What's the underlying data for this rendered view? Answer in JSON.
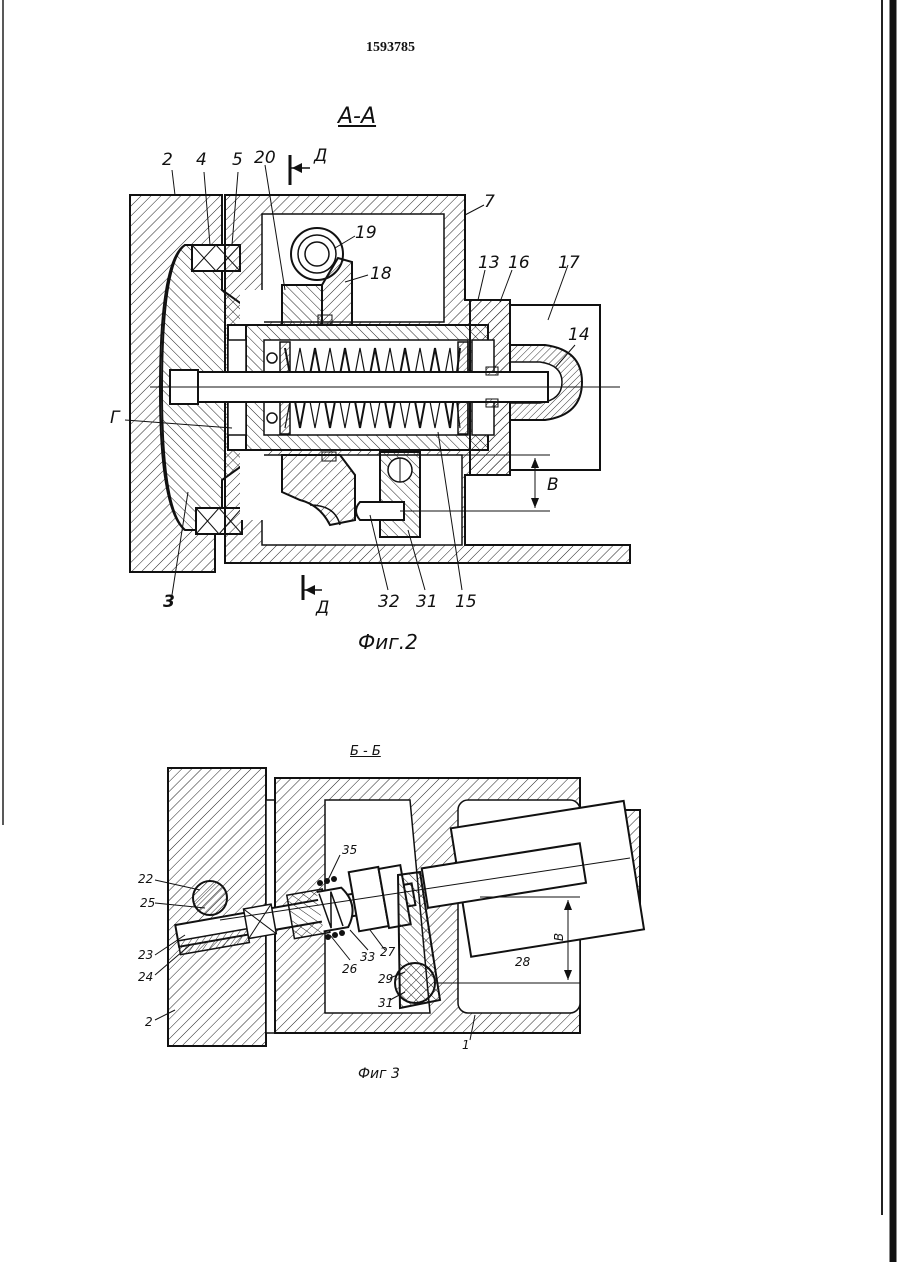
{
  "document": {
    "number": "1593785"
  },
  "figure2": {
    "section_label": "А-А",
    "caption": "Фиг.2",
    "cut_marker": "Д",
    "cut_marker_bottom": "Д",
    "dimension_label": "В",
    "labels": {
      "l2": "2",
      "l4": "4",
      "l5": "5",
      "l20": "20",
      "l7": "7",
      "l19": "19",
      "l18": "18",
      "l13": "13",
      "l16": "16",
      "l17": "17",
      "l14": "14",
      "lG": "Г",
      "l3": "3",
      "l32": "32",
      "l31": "31",
      "l15": "15"
    }
  },
  "figure3": {
    "section_label": "Б - Б",
    "caption": "Фиг 3",
    "dimension_label": "В",
    "labels": {
      "l35": "35",
      "l22": "22",
      "l25": "25",
      "l23": "23",
      "l24": "24",
      "l2": "2",
      "l26": "26",
      "l33": "33",
      "l27": "27",
      "l28": "28",
      "l29": "29",
      "l31": "31",
      "l1": "1"
    }
  }
}
